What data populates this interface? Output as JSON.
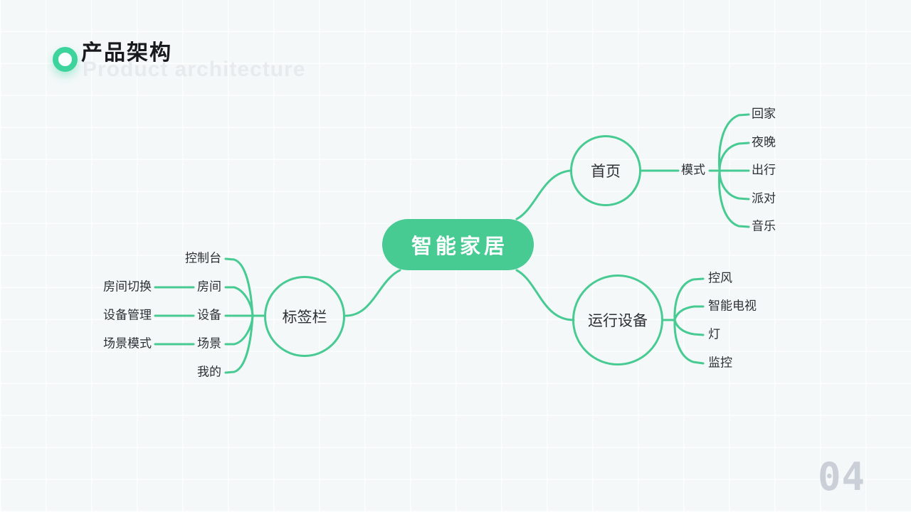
{
  "header": {
    "title": "产品架构",
    "subtitle": "Product architecture"
  },
  "page_number": "04",
  "colors": {
    "accent_green": "#47CB92",
    "ring_green": "#3DD39D",
    "background": "#F4F8F9",
    "title_text": "#17191C",
    "label_text": "#2C2F33",
    "subtitle_watermark": "#E8EBED",
    "page_number_gray": "#CBD0D8",
    "root_text": "#FFFFFF"
  },
  "mindmap": {
    "root": "智能家居",
    "home": {
      "label": "首页",
      "mode_label": "模式",
      "modes": [
        "回家",
        "夜晚",
        "出行",
        "派对",
        "音乐"
      ]
    },
    "devices": {
      "label": "运行设备",
      "items": [
        "控风",
        "智能电视",
        "灯",
        "监控"
      ]
    },
    "tab_bar": {
      "label": "标签栏",
      "items": [
        {
          "label": "控制台",
          "sub": ""
        },
        {
          "label": "房间",
          "sub": "房间切换"
        },
        {
          "label": "设备",
          "sub": "设备管理"
        },
        {
          "label": "场景",
          "sub": "场景模式"
        },
        {
          "label": "我的",
          "sub": ""
        }
      ]
    }
  }
}
